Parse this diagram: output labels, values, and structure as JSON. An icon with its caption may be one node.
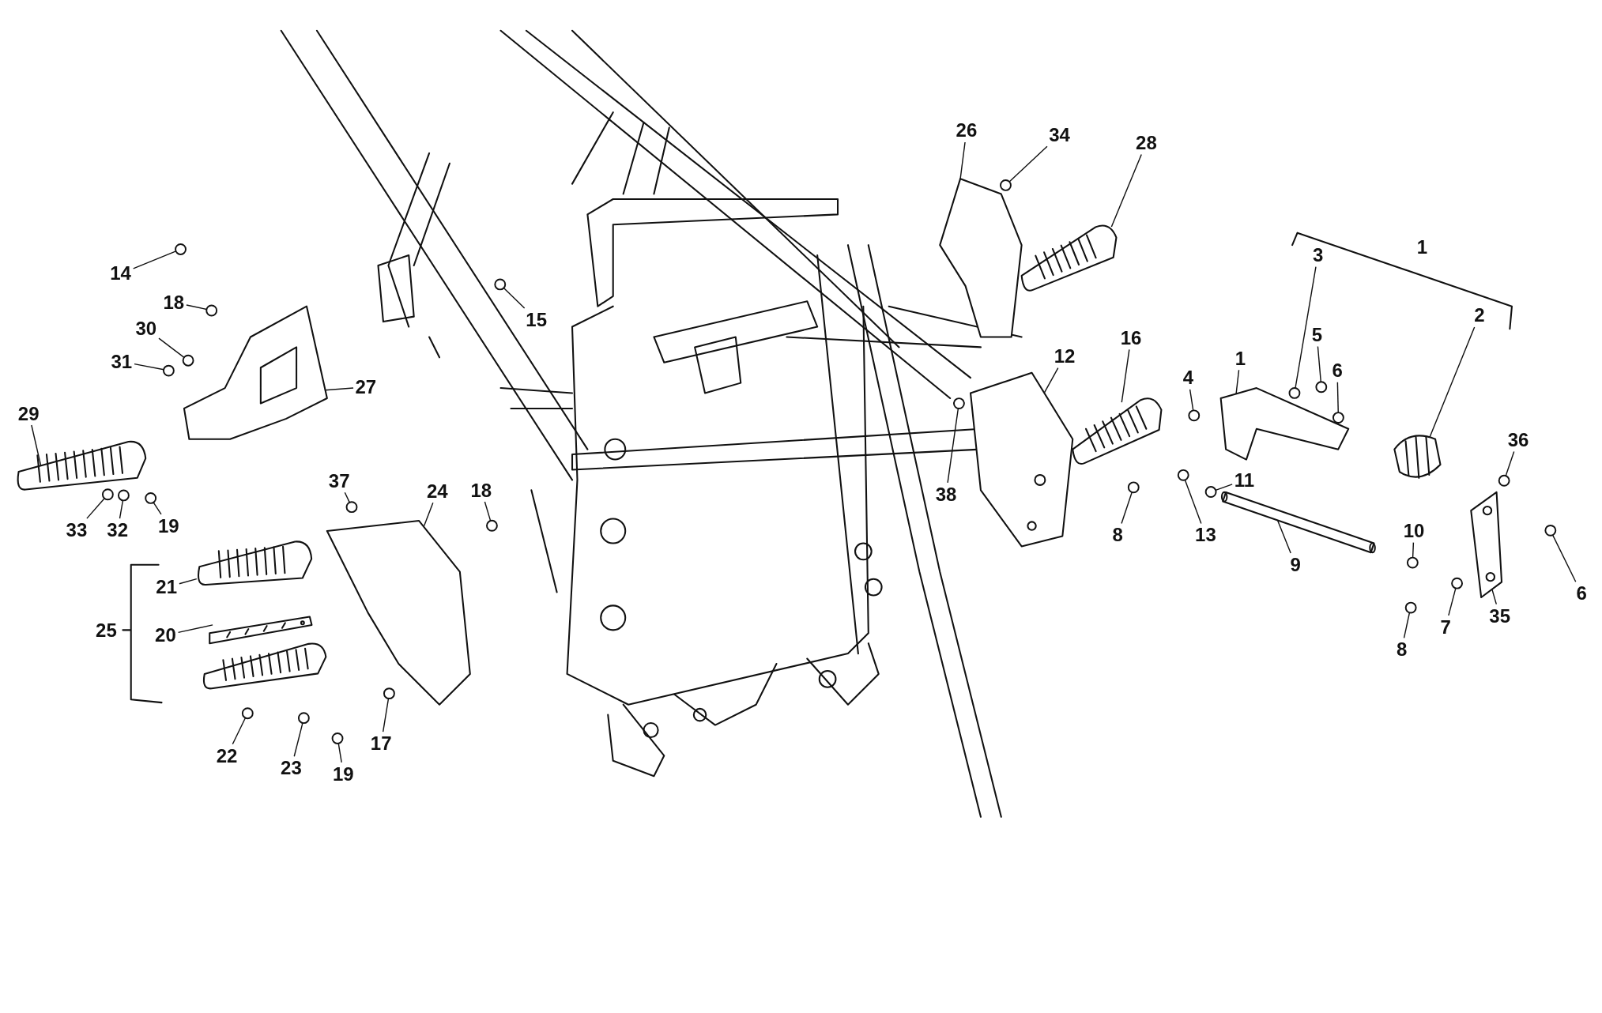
{
  "diagram": {
    "nodes": [
      {
        "text": [
          "14"
        ]
      },
      {
        "text": [
          "18"
        ]
      },
      {
        "text": [
          "30"
        ]
      },
      {
        "text": [
          "31"
        ]
      },
      {
        "text": [
          "29"
        ]
      },
      {
        "text": [
          "27"
        ]
      },
      {
        "text": [
          "15"
        ]
      },
      {
        "text": [
          "33"
        ]
      },
      {
        "text": [
          "32"
        ]
      },
      {
        "text": [
          "19"
        ]
      },
      {
        "text": [
          "37"
        ]
      },
      {
        "text": [
          "24"
        ]
      },
      {
        "text": [
          "18"
        ]
      },
      {
        "text": [
          "21"
        ]
      },
      {
        "text": [
          "20"
        ]
      },
      {
        "text": [
          "22"
        ]
      },
      {
        "text": [
          "23"
        ]
      },
      {
        "text": [
          "19"
        ]
      },
      {
        "text": [
          "17"
        ]
      },
      {
        "text": [
          "26"
        ]
      },
      {
        "text": [
          "34"
        ]
      },
      {
        "text": [
          "28"
        ]
      },
      {
        "text": [
          "12"
        ]
      },
      {
        "text": [
          "16"
        ]
      },
      {
        "text": [
          "38"
        ]
      },
      {
        "text": [
          "4"
        ]
      },
      {
        "text": [
          "1"
        ]
      },
      {
        "text": [
          "3"
        ]
      },
      {
        "text": [
          "5"
        ]
      },
      {
        "text": [
          "6"
        ]
      },
      {
        "text": [
          "2"
        ]
      },
      {
        "text": [
          "36"
        ]
      },
      {
        "text": [
          "11"
        ]
      },
      {
        "text": [
          "8"
        ]
      },
      {
        "text": [
          "13"
        ]
      },
      {
        "text": [
          "9"
        ]
      },
      {
        "text": [
          "10"
        ]
      },
      {
        "text": [
          "7"
        ]
      },
      {
        "text": [
          "8"
        ]
      },
      {
        "text": [
          "35"
        ]
      },
      {
        "text": [
          "6"
        ]
      },
      {
        "text": [],
        "shape": "circle"
      },
      {
        "text": [],
        "shape": "circle"
      },
      {
        "text": [],
        "shape": "circle"
      },
      {
        "text": [],
        "shape": "circle"
      },
      {
        "text": [],
        "shape": "picture"
      },
      {
        "text": [],
        "shape": "picture"
      },
      {
        "text": [],
        "shape": "circle"
      },
      {
        "text": [],
        "shape": "circle"
      },
      {
        "text": [],
        "shape": "circle"
      },
      {
        "text": [],
        "shape": "circle"
      },
      {
        "text": [],
        "shape": "circle"
      },
      {
        "text": [],
        "shape": "picture"
      },
      {
        "text": [],
        "shape": "circle"
      },
      {
        "text": [],
        "shape": "picture"
      },
      {
        "text": [],
        "shape": "picture"
      },
      {
        "text": [],
        "shape": "circle"
      },
      {
        "text": [],
        "shape": "circle"
      },
      {
        "text": [],
        "shape": "circle"
      },
      {
        "text": [],
        "shape": "circle"
      },
      {
        "text": [],
        "shape": "picture"
      },
      {
        "text": [],
        "shape": "circle"
      },
      {
        "text": [],
        "shape": "picture"
      },
      {
        "text": [],
        "shape": "picture"
      },
      {
        "text": [],
        "shape": "picture"
      },
      {
        "text": [],
        "shape": "circle"
      },
      {
        "text": [],
        "shape": "circle"
      },
      {
        "text": [],
        "shape": "picture"
      },
      {
        "text": [],
        "shape": "circle"
      },
      {
        "text": [],
        "shape": "circle"
      },
      {
        "text": [],
        "shape": "circle"
      },
      {
        "text": [],
        "shape": "picture"
      },
      {
        "text": [],
        "shape": "circle"
      },
      {
        "text": [],
        "shape": "circle"
      },
      {
        "text": [],
        "shape": "circle"
      },
      {
        "text": [],
        "shape": "circle"
      },
      {
        "text": [],
        "shape": "picture"
      },
      {
        "text": [],
        "shape": "circle"
      },
      {
        "text": [],
        "shape": "circle"
      },
      {
        "text": [],
        "shape": "circle"
      },
      {
        "text": [],
        "shape": "picture"
      },
      {
        "text": [],
        "shape": "circle"
      }
    ],
    "edges": [
      {
        "from": 0,
        "to": 41,
        "arrow": "none"
      },
      {
        "from": 1,
        "to": 42,
        "arrow": "none"
      },
      {
        "from": 2,
        "to": 43,
        "arrow": "none"
      },
      {
        "from": 3,
        "to": 44,
        "arrow": "none"
      },
      {
        "from": 4,
        "to": 45,
        "arrow": "none"
      },
      {
        "from": 5,
        "to": 46,
        "arrow": "none"
      },
      {
        "from": 6,
        "to": 47,
        "arrow": "none"
      },
      {
        "from": 7,
        "to": 48,
        "arrow": "none"
      },
      {
        "from": 8,
        "to": 49,
        "arrow": "none"
      },
      {
        "from": 9,
        "to": 50,
        "arrow": "none"
      },
      {
        "from": 10,
        "to": 51,
        "arrow": "none"
      },
      {
        "from": 11,
        "to": 52,
        "arrow": "none"
      },
      {
        "from": 12,
        "to": 53,
        "arrow": "none"
      },
      {
        "from": 13,
        "to": 54,
        "arrow": "none"
      },
      {
        "from": 14,
        "to": 55,
        "arrow": "none"
      },
      {
        "from": 15,
        "to": 56,
        "arrow": "none"
      },
      {
        "from": 16,
        "to": 57,
        "arrow": "none"
      },
      {
        "from": 17,
        "to": 58,
        "arrow": "none"
      },
      {
        "from": 18,
        "to": 59,
        "arrow": "none"
      },
      {
        "from": 19,
        "to": 60,
        "arrow": "none"
      },
      {
        "from": 20,
        "to": 61,
        "arrow": "none"
      },
      {
        "from": 21,
        "to": 62,
        "arrow": "none"
      },
      {
        "from": 22,
        "to": 63,
        "arrow": "none"
      },
      {
        "from": 23,
        "to": 64,
        "arrow": "none"
      },
      {
        "from": 24,
        "to": 65,
        "arrow": "none"
      },
      {
        "from": 25,
        "to": 66,
        "arrow": "none"
      },
      {
        "from": 26,
        "to": 67,
        "arrow": "none"
      },
      {
        "from": 27,
        "to": 68,
        "arrow": "none"
      },
      {
        "from": 28,
        "to": 69,
        "arrow": "none"
      },
      {
        "from": 29,
        "to": 70,
        "arrow": "none"
      },
      {
        "from": 30,
        "to": 71,
        "arrow": "none"
      },
      {
        "from": 31,
        "to": 72,
        "arrow": "none"
      },
      {
        "from": 32,
        "to": 73,
        "arrow": "none"
      },
      {
        "from": 33,
        "to": 74,
        "arrow": "none"
      },
      {
        "from": 34,
        "to": 75,
        "arrow": "none"
      },
      {
        "from": 35,
        "to": 76,
        "arrow": "none"
      },
      {
        "from": 36,
        "to": 77,
        "arrow": "none"
      },
      {
        "from": 37,
        "to": 78,
        "arrow": "none"
      },
      {
        "from": 38,
        "to": 79,
        "arrow": "none"
      },
      {
        "from": 39,
        "to": 80,
        "arrow": "none"
      },
      {
        "from": 40,
        "to": 81,
        "arrow": "none"
      }
    ],
    "labels": [
      "25",
      "1"
    ]
  }
}
